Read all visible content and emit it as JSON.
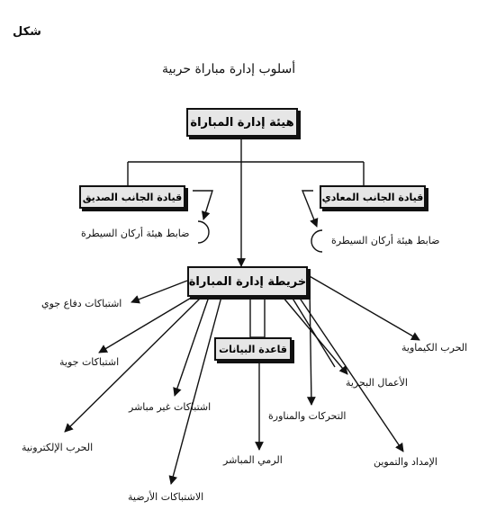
{
  "figure_label": "شكل",
  "title": "أسلوب إدارة مباراة حربية",
  "nodes": {
    "match_management": "هيئة إدارة المباراة",
    "friendly_command": "قيادة الجانب الصديق",
    "enemy_command": "قيادة الجانب المعادي",
    "friendly_officer": "ضابط هيئة أركان السيطرة",
    "enemy_officer": "ضابط هيئة أركان السيطرة",
    "match_map": "خريطة إدارة المباراة",
    "database": "قاعدة البيانات"
  },
  "outputs": {
    "air_defense": "اشتباكات دفاع جوي",
    "air": "اشتباكات جوية",
    "indirect": "اشتباكات غير مباشر",
    "electronic_warfare": "الحرب الإلكترونية",
    "ground": "الاشتباكات الأرضية",
    "direct_fire": "الرمي المباشر",
    "maneuver": "التحركات والمناورة",
    "naval": "الأعمال البحرية",
    "supply": "الإمداد والتموين",
    "chemical": "الحرب الكيماوية"
  },
  "colors": {
    "line": "#111111",
    "box_fill": "#e6e6e6"
  }
}
